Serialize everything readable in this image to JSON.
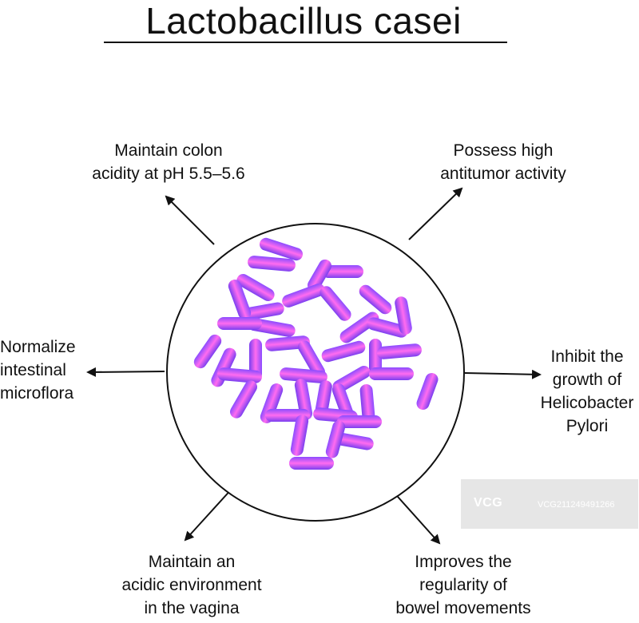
{
  "title": "Lactobacillus casei",
  "labels": {
    "top_left": "Maintain colon\nacidity at pH 5.5–5.6",
    "top_right": "Possess high\nantitumor activity",
    "left": "Normalize\nintestinal\nmicroflora",
    "right": "Inhibit the\ngrowth of\nHelicobacter\nPylori",
    "bottom_left": "Maintain an\nacidic environment\nin the vagina",
    "bottom_right": "Improves the\nregularity of\nbowel movements"
  },
  "watermark": {
    "logo": "VCG",
    "id": "VCG211249491266"
  },
  "colors": {
    "bacteria_dark": "#7a3ff0",
    "bacteria_light": "#ff66ee",
    "line": "#111111"
  }
}
